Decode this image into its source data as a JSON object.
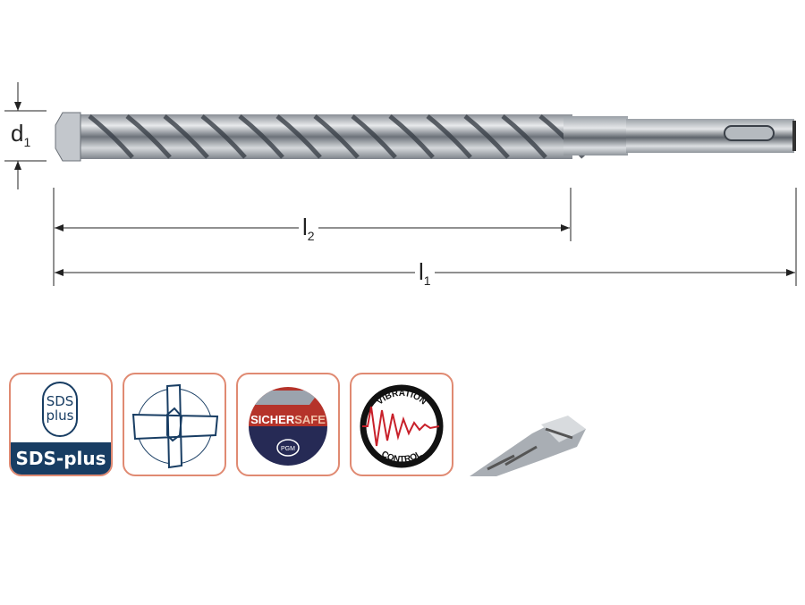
{
  "dimensions": {
    "d1": {
      "letter": "d",
      "sub": "1"
    },
    "l2": {
      "letter": "l",
      "sub": "2"
    },
    "l1": {
      "letter": "l",
      "sub": "1"
    }
  },
  "badges": {
    "sds": {
      "pill_top": "SDS",
      "pill_bottom": "plus",
      "label": "SDS-plus",
      "color": "#183d63"
    },
    "cross_head": {
      "icon": "four-cutter-head-icon"
    },
    "sichersafe": {
      "word1": "SICHER",
      "word2": "SAFE",
      "logo": "PGM"
    },
    "vibration": {
      "top": "VIBRATION",
      "bottom": "CONTROL",
      "wave_color": "#c8202a"
    }
  },
  "colors": {
    "badge_border": "#e08a72",
    "navy": "#183d63"
  }
}
